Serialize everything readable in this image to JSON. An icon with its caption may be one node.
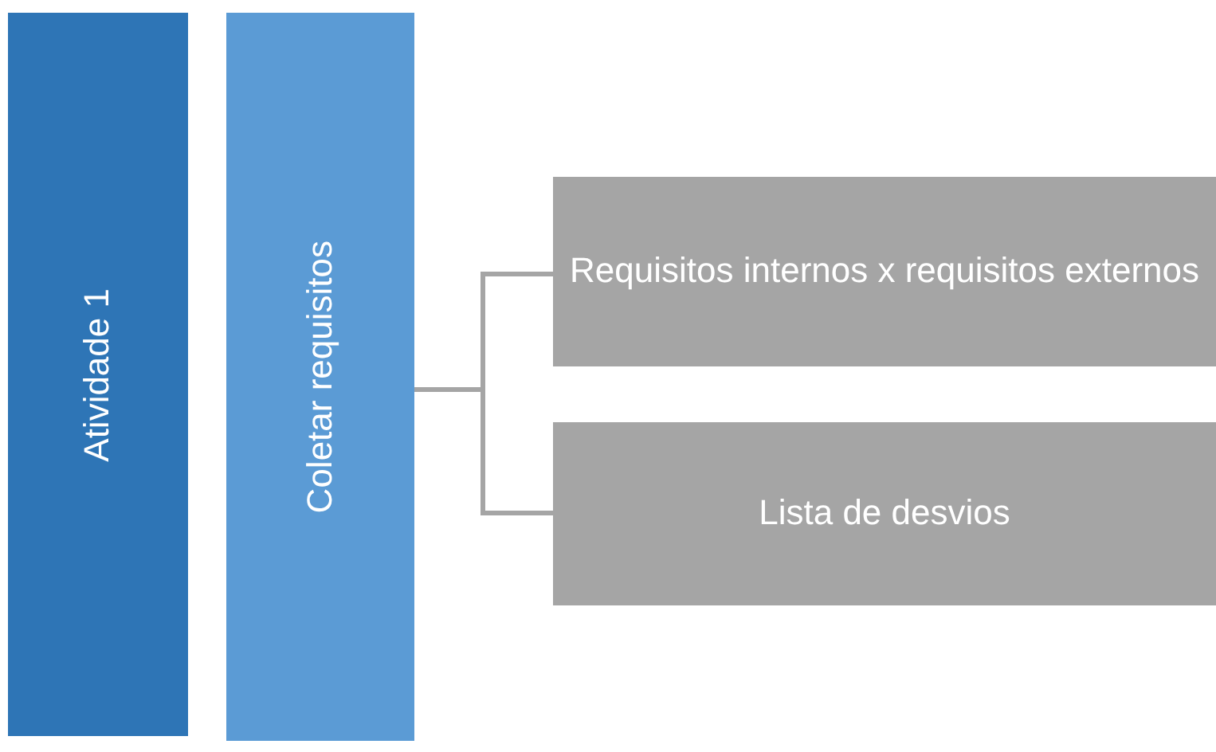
{
  "diagram": {
    "nodes": [
      {
        "text": [
          "Atividade 1"
        ]
      },
      {
        "text": [
          "Coletar requisitos"
        ]
      },
      {
        "text": [
          "Requisitos internos x requisitos externos"
        ]
      },
      {
        "text": [
          "Lista de desvios"
        ]
      }
    ],
    "edges": [
      {
        "from": 1,
        "to": 2,
        "arrow": "none"
      },
      {
        "from": 1,
        "to": 3,
        "arrow": "none"
      }
    ]
  }
}
